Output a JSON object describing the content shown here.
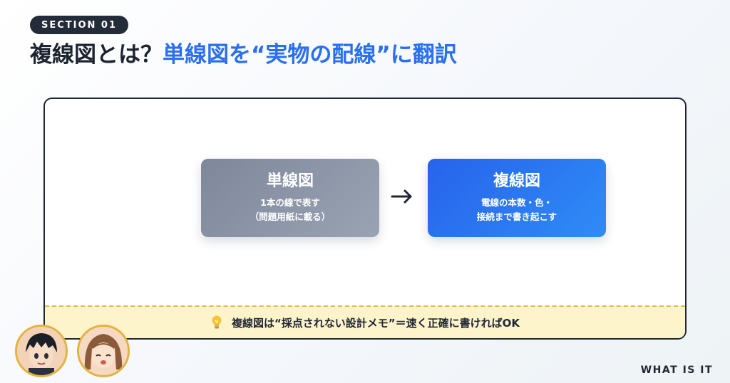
{
  "section_label": "SECTION 01",
  "title": {
    "dark_part": "複線図とは？",
    "blue_part": "単線図を“実物の配線”に翻訳"
  },
  "diagram": {
    "left_box": {
      "title": "単線図",
      "line1": "1本の線で表す",
      "line2": "（問題用紙に載る）"
    },
    "right_box": {
      "title": "複線図",
      "line1": "電線の本数・色・",
      "line2": "接続まで書き起こす"
    }
  },
  "memo_text": "複線図は“採点されない設計メモ”＝速く正確に書ければOK",
  "footer_label": "WHAT IS IT",
  "colors": {
    "accent_blue": "#2a6ff0",
    "dark": "#1c2430",
    "memo_bg": "#fef4cc",
    "avatar_ring": "#e3b340"
  },
  "icons": [
    "arrow-right-icon",
    "lightbulb-icon"
  ]
}
